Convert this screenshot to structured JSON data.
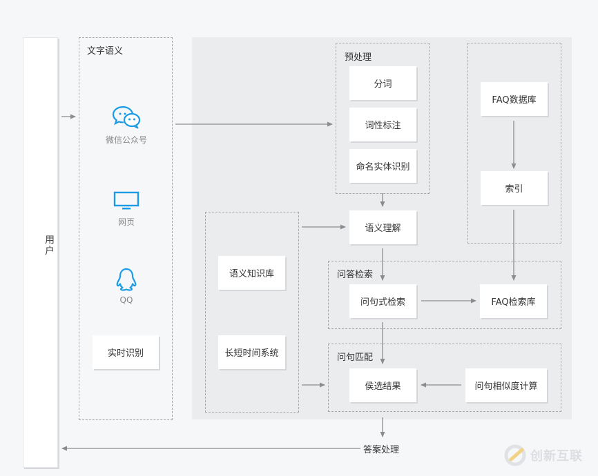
{
  "user": {
    "label": "用户"
  },
  "text_semantics": {
    "title": "文字语义",
    "channels": [
      {
        "label": "微信公众号",
        "icon": "wechat-icon"
      },
      {
        "label": "网页",
        "icon": "monitor-icon"
      },
      {
        "label": "QQ",
        "icon": "qq-penguin-icon"
      }
    ],
    "realtime_node": "实时识别"
  },
  "preprocess": {
    "title": "预处理",
    "nodes": [
      "分词",
      "词性标注",
      "命名实体识别"
    ]
  },
  "faq_group": {
    "nodes": [
      "FAQ数据库",
      "索引"
    ]
  },
  "knowledge_group": {
    "nodes": [
      "语义知识库",
      "长短时间系统"
    ]
  },
  "semantic_understanding": "语义理解",
  "qa_retrieval": {
    "title": "问答检索",
    "nodes": [
      "问句式检索",
      "FAQ检索库"
    ]
  },
  "question_matching": {
    "title": "问句匹配",
    "nodes": [
      "侯选结果",
      "问句相似度计算"
    ]
  },
  "answer_processing": "答案处理",
  "watermark": {
    "text": "创新互联"
  },
  "colors": {
    "icon_blue": "#1a9be6",
    "arrow": "#8a8c8f",
    "panel": "#ebecee"
  }
}
